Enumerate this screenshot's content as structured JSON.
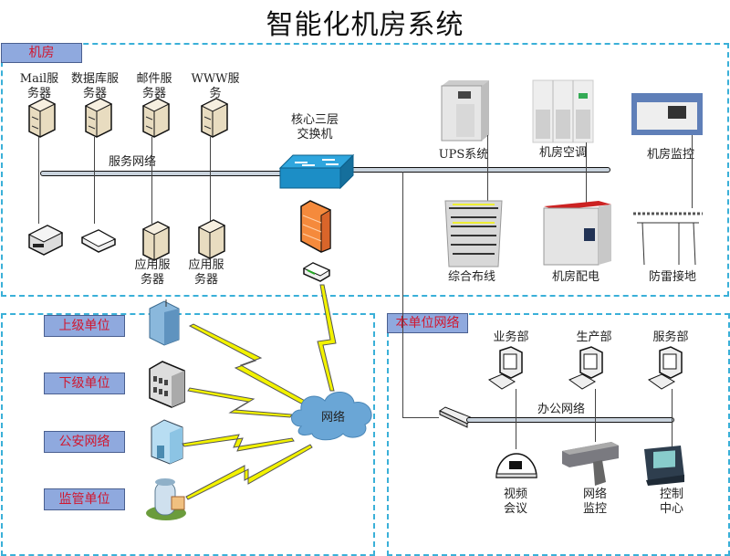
{
  "title": "智能化机房系统",
  "zones": {
    "machine_room": {
      "tag": "机房"
    },
    "external": {
      "tags": [
        "上级单位",
        "下级单位",
        "公安网络",
        "监管单位"
      ]
    },
    "local": {
      "tag": "本单位网络"
    }
  },
  "machine_room": {
    "servers_top": [
      "Mail服务器",
      "数据库服务器",
      "邮件服务器",
      "WWW服务器"
    ],
    "servers_top_lines": [
      [
        "Mail服",
        "务器"
      ],
      [
        "数据库服",
        "务器"
      ],
      [
        "邮件服",
        "务器"
      ],
      [
        "WWW服务",
        "器"
      ]
    ],
    "service_network": "服务网络",
    "core_switch": [
      "核心三层",
      "交换机"
    ],
    "app_servers": [
      [
        "应用服",
        "务器"
      ],
      [
        "应用服",
        "务器"
      ]
    ],
    "facilities_top": [
      "UPS系统",
      "机房空调",
      "机房监控"
    ],
    "facilities_bottom": [
      "综合布线",
      "机房配电",
      "防雷接地"
    ]
  },
  "external": {
    "cloud_label": "网络"
  },
  "local": {
    "departments": [
      "业务部",
      "生产部",
      "服务部"
    ],
    "office_network": "办公网络",
    "devices": [
      [
        "视频",
        "会议"
      ],
      [
        "网络",
        "监控"
      ],
      [
        "控制",
        "中心"
      ]
    ]
  },
  "colors": {
    "zone_border": "#3ab0d8",
    "tag_fill": "#8fa9de",
    "tag_text": "#d01830",
    "lightning": "#f2f200"
  }
}
